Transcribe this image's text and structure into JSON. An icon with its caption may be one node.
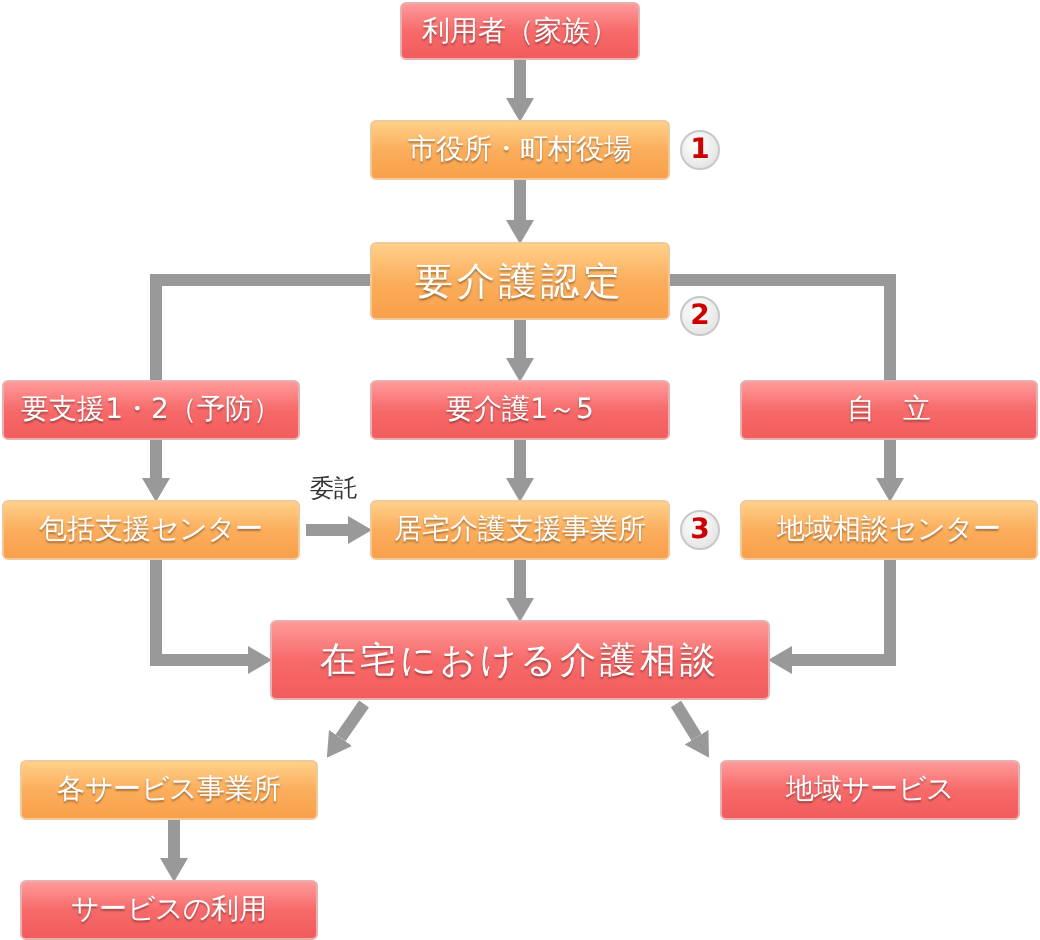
{
  "diagram": {
    "nodes": [
      {
        "text": [
          "利用者（家族）"
        ]
      },
      {
        "text": [
          "市役所・町村役場"
        ],
        "beside": [
          "1"
        ]
      },
      {
        "text": [
          "要介護認定"
        ],
        "beside": [
          "2"
        ]
      },
      {
        "text": [
          "要支援1・2（予防）"
        ]
      },
      {
        "text": [
          "要介護1～5"
        ]
      },
      {
        "text": [
          "自　立"
        ]
      },
      {
        "text": [
          "包括支援センター"
        ]
      },
      {
        "text": [
          "居宅介護支援事業所"
        ],
        "beside": [
          "3"
        ]
      },
      {
        "text": [
          "地域相談センター"
        ]
      },
      {
        "text": [
          "在宅における介護相談"
        ]
      },
      {
        "text": [
          "各サービス事業所"
        ]
      },
      {
        "text": [
          "地域サービス"
        ]
      },
      {
        "text": [
          "サービスの利用"
        ]
      }
    ],
    "edges": [
      {
        "from": 0,
        "to": 1,
        "arrow": "to"
      },
      {
        "from": 1,
        "to": 2,
        "arrow": "to"
      },
      {
        "from": 2,
        "to": 3,
        "arrow": "none"
      },
      {
        "from": 2,
        "to": 4,
        "arrow": "to"
      },
      {
        "from": 2,
        "to": 5,
        "arrow": "none"
      },
      {
        "from": 3,
        "to": 6,
        "arrow": "to"
      },
      {
        "from": 4,
        "to": 7,
        "arrow": "to"
      },
      {
        "from": 5,
        "to": 8,
        "arrow": "to"
      },
      {
        "from": 6,
        "to": 7,
        "arrow": "to",
        "label": "委託"
      },
      {
        "from": 7,
        "to": 9,
        "arrow": "to"
      },
      {
        "from": 6,
        "to": 9,
        "arrow": "to"
      },
      {
        "from": 8,
        "to": 9,
        "arrow": "to"
      },
      {
        "from": 9,
        "to": 10,
        "arrow": "to"
      },
      {
        "from": 9,
        "to": 11,
        "arrow": "to"
      },
      {
        "from": 10,
        "to": 12,
        "arrow": "to"
      }
    ]
  }
}
